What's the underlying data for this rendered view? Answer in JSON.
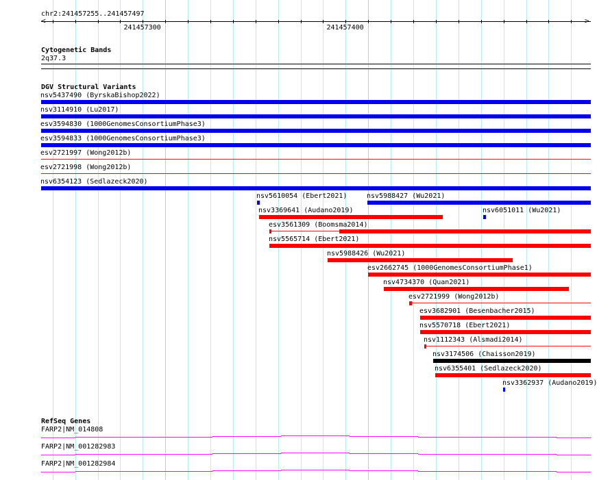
{
  "view": {
    "start": 241457239,
    "end": 241457510
  },
  "ruler": {
    "region_label": "chr2:241457255..241457497",
    "tick_labels": [
      {
        "pos": 241457300,
        "label": "241457300"
      },
      {
        "pos": 241457400,
        "label": "241457400"
      }
    ]
  },
  "cytoband_track": {
    "title": "Cytogenetic Bands",
    "band": "2q37.3"
  },
  "sv_track": {
    "title": "DGV Structural Variants",
    "colors": {
      "blue": "#0000ee",
      "red": "#ff0000",
      "black": "#000000"
    },
    "rows": [
      [
        {
          "label": "nsv5437490 (ByrskaBishop2022)",
          "color": "blue",
          "segments": [
            {
              "start": 241457239,
              "end": 241457510,
              "style": "thick"
            }
          ]
        }
      ],
      [
        {
          "label": "nsv3114910 (Lu2017)",
          "color": "blue",
          "segments": [
            {
              "start": 241457239,
              "end": 241457510,
              "style": "thick"
            }
          ]
        }
      ],
      [
        {
          "label": "esv3594830 (1000GenomesConsortiumPhase3)",
          "color": "blue",
          "segments": [
            {
              "start": 241457239,
              "end": 241457510,
              "style": "thick"
            }
          ]
        }
      ],
      [
        {
          "label": "esv3594833 (1000GenomesConsortiumPhase3)",
          "color": "blue",
          "segments": [
            {
              "start": 241457239,
              "end": 241457510,
              "style": "thick"
            }
          ]
        }
      ],
      [
        {
          "label": "esv2721997 (Wong2012b)",
          "color": "red",
          "segments": [
            {
              "start": 241457239,
              "end": 241457510,
              "style": "thin"
            }
          ]
        }
      ],
      [
        {
          "label": "esv2721998 (Wong2012b)",
          "color": "red",
          "segments": [
            {
              "start": 241457239,
              "end": 241457510,
              "style": "thin"
            }
          ]
        }
      ],
      [
        {
          "label": "nsv6354123 (Sedlazeck2020)",
          "color": "blue",
          "segments": [
            {
              "start": 241457239,
              "end": 241457510,
              "style": "thick"
            }
          ]
        }
      ],
      [
        {
          "label": "nsv5610054 (Ebert2021)",
          "color": "blue",
          "segments": [
            {
              "start": 241457345.6,
              "end": 241457347,
              "style": "thick"
            }
          ]
        },
        {
          "label": "nsv5988427 (Wu2021)",
          "color": "blue",
          "segments": [
            {
              "start": 241457400,
              "end": 241457510,
              "style": "thick"
            }
          ]
        }
      ],
      [
        {
          "label": "nsv3369641 (Audano2019)",
          "color": "red",
          "segments": [
            {
              "start": 241457346.6,
              "end": 241457437.2,
              "style": "thick"
            }
          ]
        },
        {
          "label": "nsv6051011 (Wu2021)",
          "color": "blue",
          "segments": [
            {
              "start": 241457456.8,
              "end": 241457458.1,
              "style": "thick"
            }
          ]
        }
      ],
      [
        {
          "label": "esv3561309 (Boomsma2014)",
          "color": "red",
          "segments": [
            {
              "start": 241457351.4,
              "end": 241457352.4,
              "style": "thick"
            },
            {
              "start": 241457352.4,
              "end": 241457386.1,
              "style": "thin"
            },
            {
              "start": 241457386.1,
              "end": 241457510,
              "style": "thick"
            }
          ]
        }
      ],
      [
        {
          "label": "nsv5565714 (Ebert2021)",
          "color": "red",
          "segments": [
            {
              "start": 241457351.4,
              "end": 241457510,
              "style": "thick"
            }
          ]
        }
      ],
      [
        {
          "label": "nsv5988426 (Wu2021)",
          "color": "red",
          "segments": [
            {
              "start": 241457380.4,
              "end": 241457471.6,
              "style": "thick"
            }
          ]
        }
      ],
      [
        {
          "label": "esv2662745 (1000GenomesConsortiumPhase1)",
          "color": "red",
          "segments": [
            {
              "start": 241457400.3,
              "end": 241457510,
              "style": "thick"
            }
          ]
        }
      ],
      [
        {
          "label": "nsv4734370 (Quan2021)",
          "color": "red",
          "segments": [
            {
              "start": 241457408.1,
              "end": 241457499.3,
              "style": "thick"
            }
          ]
        }
      ],
      [
        {
          "label": "esv2721999 (Wong2012b)",
          "color": "red",
          "segments": [
            {
              "start": 241457420.3,
              "end": 241457421.6,
              "style": "thick"
            },
            {
              "start": 241457421.6,
              "end": 241457510,
              "style": "thin"
            }
          ]
        }
      ],
      [
        {
          "label": "esv3682901 (Besenbacher2015)",
          "color": "red",
          "segments": [
            {
              "start": 241457425.7,
              "end": 241457510,
              "style": "thick"
            }
          ]
        }
      ],
      [
        {
          "label": "nsv5570718 (Ebert2021)",
          "color": "red",
          "segments": [
            {
              "start": 241457425.7,
              "end": 241457510,
              "style": "thick"
            }
          ]
        }
      ],
      [
        {
          "label": "nsv1112343 (Alsmadi2014)",
          "color": "red",
          "segments": [
            {
              "start": 241457428,
              "end": 241457429,
              "style": "thick"
            },
            {
              "start": 241457429,
              "end": 241457510,
              "style": "thin"
            }
          ]
        }
      ],
      [
        {
          "label": "nsv3174506 (Chaisson2019)",
          "color": "black",
          "segments": [
            {
              "start": 241457432.4,
              "end": 241457510,
              "style": "thick"
            }
          ]
        }
      ],
      [
        {
          "label": "nsv6355401 (Sedlazeck2020)",
          "color": "red",
          "segments": [
            {
              "start": 241457433.4,
              "end": 241457510,
              "style": "thick"
            }
          ]
        }
      ],
      [
        {
          "label": "nsv3362937 (Audano2019)",
          "color": "blue",
          "segments": [
            {
              "start": 241457466.9,
              "end": 241457467.9,
              "style": "thick"
            }
          ]
        }
      ]
    ]
  },
  "gene_track": {
    "title": "RefSeq Genes",
    "color": "#ff00ff",
    "genes": [
      {
        "label": "FARP2|NM_014808"
      },
      {
        "label": "FARP2|NM_001282983"
      },
      {
        "label": "FARP2|NM_001282984"
      }
    ]
  }
}
